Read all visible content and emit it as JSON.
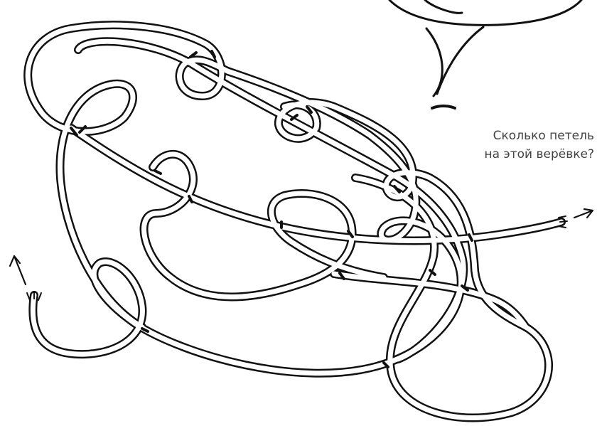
{
  "caption": {
    "line1": "Сколько петель",
    "line2": "на этой верёвке?"
  },
  "colors": {
    "background": "#ffffff",
    "ink": "#111111",
    "rope_fill": "#ffffff",
    "text": "#444444"
  },
  "icons": [
    "rope-end-right-arrow",
    "rope-end-left-arrow"
  ]
}
